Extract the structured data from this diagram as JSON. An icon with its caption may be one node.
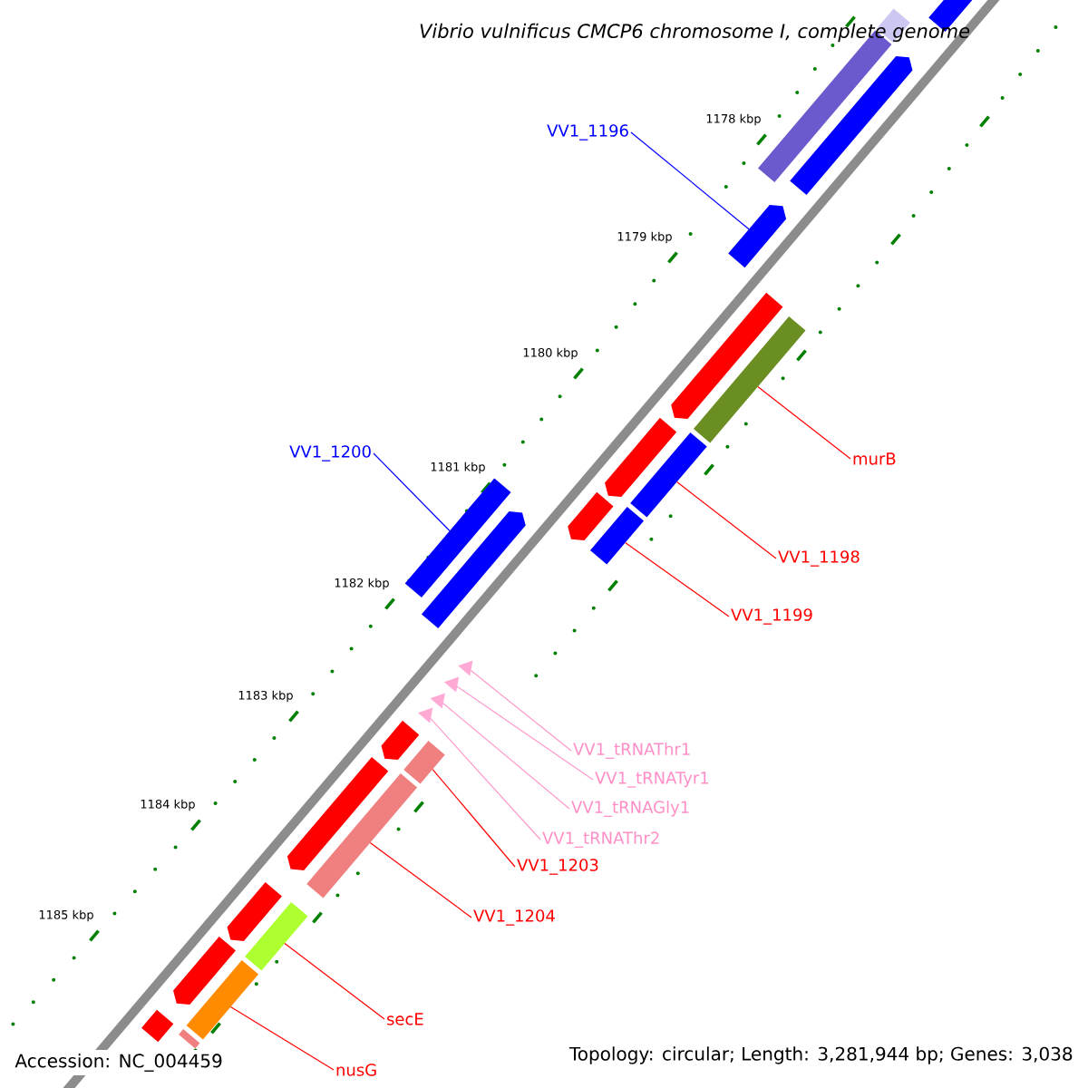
{
  "diagram": {
    "title": "Vibrio vulnificus CMCP6 chromosome I, complete genome",
    "nodes": [
      {
        "text": [],
        "shape": "bar"
      },
      {
        "text": [],
        "shape": "bar"
      },
      {
        "text": [],
        "shape": "bar"
      },
      {
        "text": [],
        "shape": "bar"
      },
      {
        "text": [],
        "shape": "bar"
      },
      {
        "text": [],
        "shape": "bar"
      },
      {
        "text": [],
        "shape": "bar"
      },
      {
        "text": [],
        "shape": "bar"
      },
      {
        "text": [],
        "shape": "bar"
      },
      {
        "text": [],
        "shape": "bar"
      },
      {
        "text": [],
        "shape": "bar"
      },
      {
        "text": [],
        "shape": "bar"
      },
      {
        "text": [],
        "shape": "triangle"
      },
      {
        "text": [],
        "shape": "triangle"
      },
      {
        "text": [],
        "shape": "triangle"
      },
      {
        "text": [],
        "shape": "triangle"
      },
      {
        "text": [],
        "shape": "bar"
      },
      {
        "text": [],
        "shape": "bar"
      },
      {
        "text": [],
        "shape": "bar"
      },
      {
        "text": [],
        "shape": "bar"
      },
      {
        "text": [],
        "shape": "bar"
      },
      {
        "text": [],
        "shape": "bar"
      },
      {
        "text": [],
        "shape": "bar"
      },
      {
        "text": [],
        "shape": "bar"
      },
      {
        "text": [],
        "shape": "bar"
      },
      {
        "text": [],
        "shape": "bar"
      },
      {
        "text": [
          "VV1_1196"
        ]
      },
      {
        "text": [
          "murB"
        ]
      },
      {
        "text": [
          "VV1_1200"
        ]
      },
      {
        "text": [
          "VV1_1198"
        ]
      },
      {
        "text": [
          "VV1_1199"
        ]
      },
      {
        "text": [
          "VV1_tRNAThr1"
        ]
      },
      {
        "text": [
          "VV1_tRNATyr1"
        ]
      },
      {
        "text": [
          "VV1_tRNAGly1"
        ]
      },
      {
        "text": [
          "VV1_tRNAThr2"
        ]
      },
      {
        "text": [
          "VV1_1203"
        ]
      },
      {
        "text": [
          "VV1_1204"
        ]
      },
      {
        "text": [
          "secE"
        ]
      },
      {
        "text": [
          "nusG"
        ]
      }
    ],
    "edges": [
      {
        "from": 26,
        "to": 3,
        "arrow": "none",
        "color": "#0000ff"
      },
      {
        "from": 27,
        "to": 5,
        "arrow": "none"
      },
      {
        "from": 28,
        "to": 10,
        "arrow": "none",
        "color": "#0000ff"
      },
      {
        "from": 29,
        "to": 6,
        "arrow": "none"
      },
      {
        "from": 30,
        "to": 8,
        "arrow": "none"
      },
      {
        "from": 31,
        "to": 12,
        "arrow": "none",
        "color": "#ff99cc"
      },
      {
        "from": 32,
        "to": 13,
        "arrow": "none",
        "color": "#ff99cc"
      },
      {
        "from": 33,
        "to": 14,
        "arrow": "none",
        "color": "#ff99cc"
      },
      {
        "from": 34,
        "to": 15,
        "arrow": "none",
        "color": "#ff99cc"
      },
      {
        "from": 35,
        "to": 17,
        "arrow": "none"
      },
      {
        "from": 36,
        "to": 19,
        "arrow": "none"
      },
      {
        "from": 37,
        "to": 21,
        "arrow": "none"
      },
      {
        "from": 38,
        "to": 23,
        "arrow": "none"
      }
    ],
    "labels": [
      "1178 kbp",
      "1179 kbp",
      "1180 kbp",
      "1181 kbp",
      "1182 kbp",
      "1183 kbp",
      "1184 kbp",
      "1185 kbp",
      "Accession: NC_004459",
      "Topology: circular; Length: 3,281,944 bp; Genes: 3,038"
    ]
  }
}
